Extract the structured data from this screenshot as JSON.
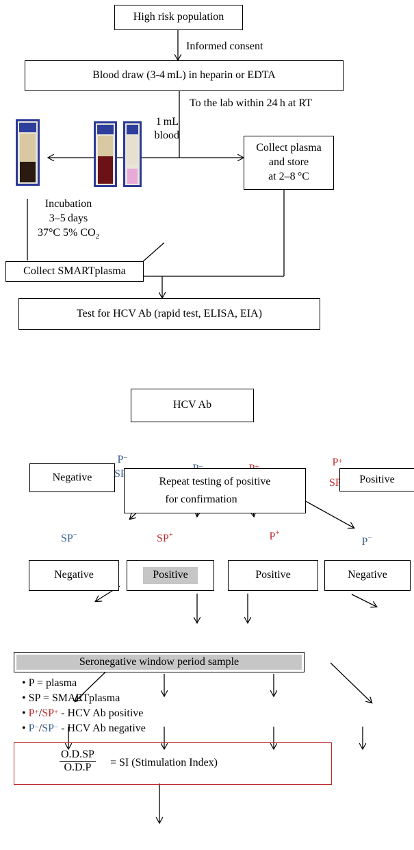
{
  "flow": {
    "high_risk": "High risk population",
    "informed_consent": "Informed consent",
    "blood_draw": "Blood draw (3-4 mL) in heparin or EDTA",
    "to_lab": "To the lab within 24 h at RT",
    "one_ml": "1 mL",
    "blood": "blood",
    "collect_plasma_1": "Collect plasma",
    "collect_plasma_2": "and store",
    "collect_plasma_3": "at 2–8 °C",
    "incubation_1": "Incubation",
    "incubation_2": "3–5 days",
    "incubation_3": "37°C 5% CO",
    "incubation_3_sub": "2",
    "collect_smart": "Collect SMARTplasma",
    "test_hcv": "Test for HCV Ab (rapid test, ELISA, EIA)"
  },
  "hcv": {
    "title": "HCV Ab",
    "p": "P",
    "sp": "SP",
    "minus": "−",
    "plus": "+",
    "negative": "Negative",
    "positive": "Positive",
    "repeat_1": "Repeat testing of positive",
    "repeat_2": "for confirmation",
    "seronegative": "Seronegative window period sample"
  },
  "legend": {
    "p_def": "P = plasma",
    "sp_def": "SP = SMARTplasma",
    "pos_def": " - HCV Ab positive",
    "neg_def": " - HCV Ab negative",
    "slash": "/",
    "bullet": "•"
  },
  "formula": {
    "numerator": "O.D.SP",
    "denominator": "O.D.P",
    "result": "=  SI (Stimulation Index)"
  },
  "colors": {
    "blue": "#3a5f8f",
    "red": "#c0292b",
    "tube_cap": "#2d3e9d",
    "highlight_gray": "#c6c6c6"
  }
}
